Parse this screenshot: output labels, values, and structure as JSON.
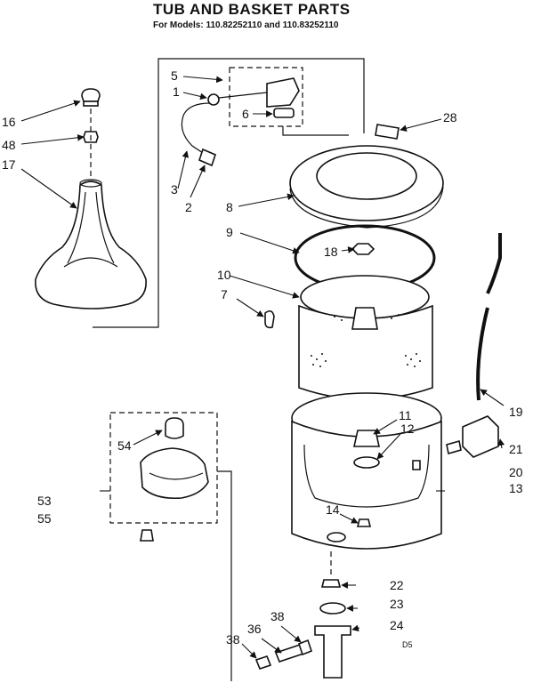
{
  "title": "TUB AND BASKET PARTS",
  "subtitle": "For Models: 110.82252110 and 110.83252110",
  "diagram_code": "D5",
  "callouts": [
    "16",
    "48",
    "17",
    "5",
    "1",
    "6",
    "3",
    "2",
    "28",
    "8",
    "9",
    "18",
    "10",
    "7",
    "19",
    "11",
    "12",
    "21",
    "20",
    "13",
    "54",
    "53",
    "55",
    "14",
    "22",
    "23",
    "24",
    "38",
    "36",
    "38"
  ],
  "colors": {
    "ink": "#111111",
    "paper": "#ffffff"
  }
}
